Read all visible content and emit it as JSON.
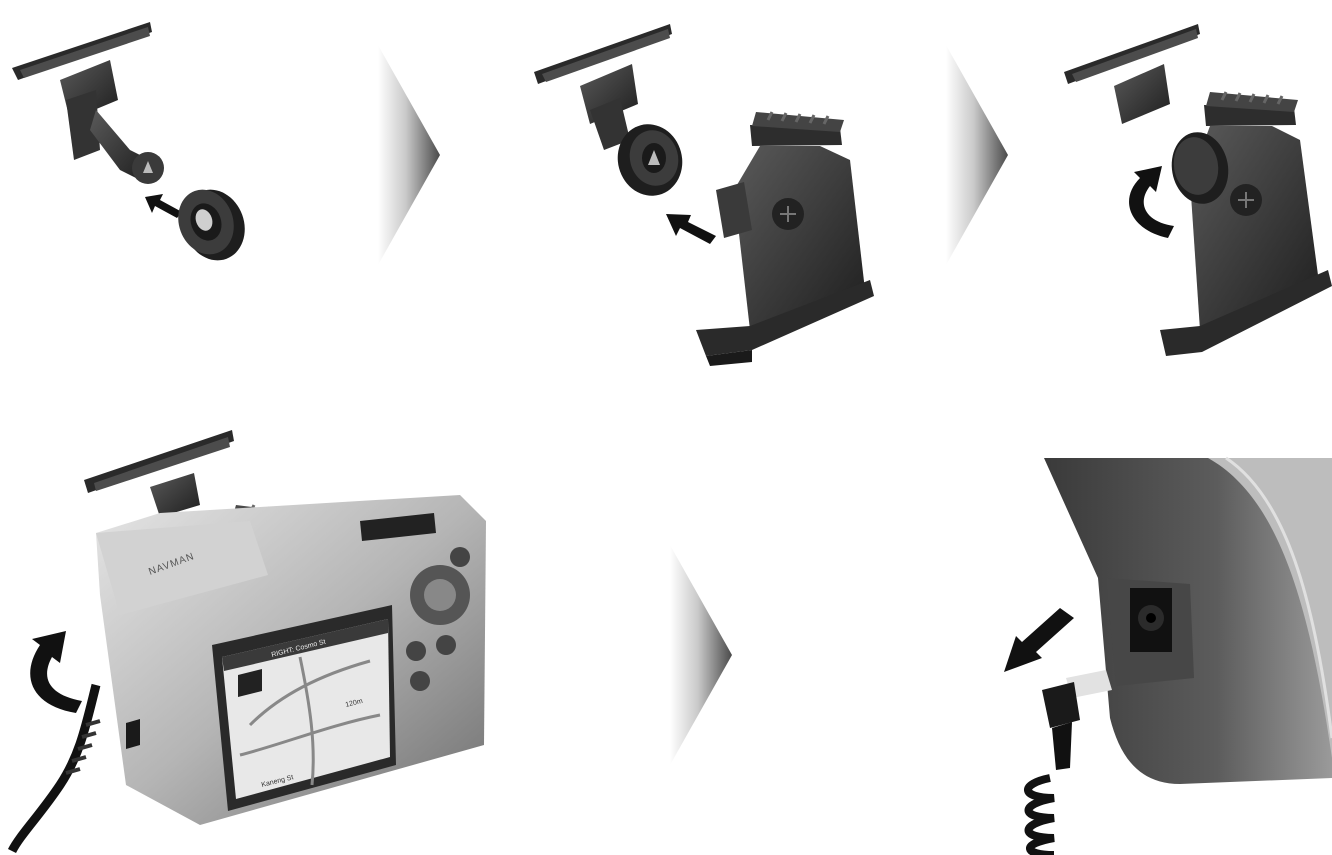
{
  "device": {
    "brand_text": "NAVMAN",
    "screen": {
      "instruction": "RIGHT: Cosmo St",
      "distance": "120m",
      "street": "Kaneng St"
    }
  },
  "colors": {
    "background": "#ffffff",
    "plastic_dark": "#2b2b2b",
    "plastic_mid": "#4a4a4a",
    "device_silver": "#bfbfbf",
    "arrow_black": "#111111"
  }
}
